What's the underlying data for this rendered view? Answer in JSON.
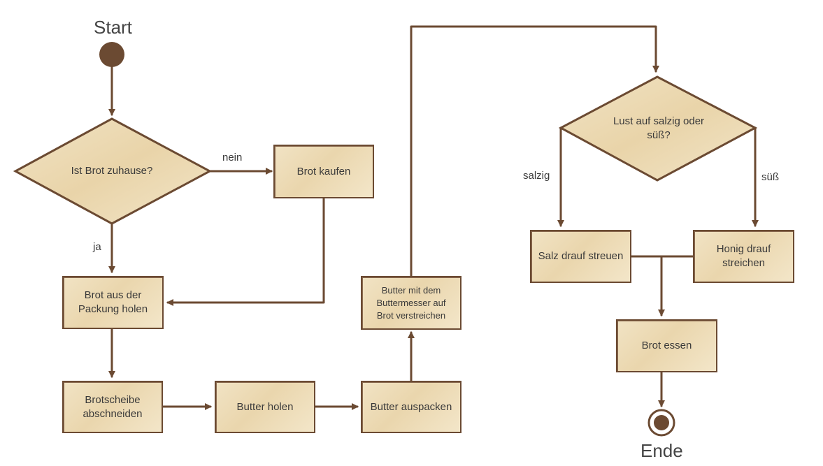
{
  "start_label": "Start",
  "end_label": "Ende",
  "decisions": {
    "bread_home": "Ist Brot zuhause?",
    "taste": "Lust auf salzig oder süß?"
  },
  "edges": {
    "nein": "nein",
    "ja": "ja",
    "salzig": "salzig",
    "suess": "süß"
  },
  "actions": {
    "buy_bread": "Brot kaufen",
    "take_bread": "Brot aus der Packung holen",
    "cut_slice": "Brotscheibe abschneiden",
    "get_butter": "Butter holen",
    "unpack_butter": "Butter auspacken",
    "spread_butter": "Butter mit dem Buttermesser auf Brot verstreichen",
    "salt": "Salz drauf streuen",
    "honey": "Honig drauf streichen",
    "eat": "Brot essen"
  },
  "colors": {
    "stroke": "#6b4a32",
    "fill": "#ecd9b2"
  }
}
